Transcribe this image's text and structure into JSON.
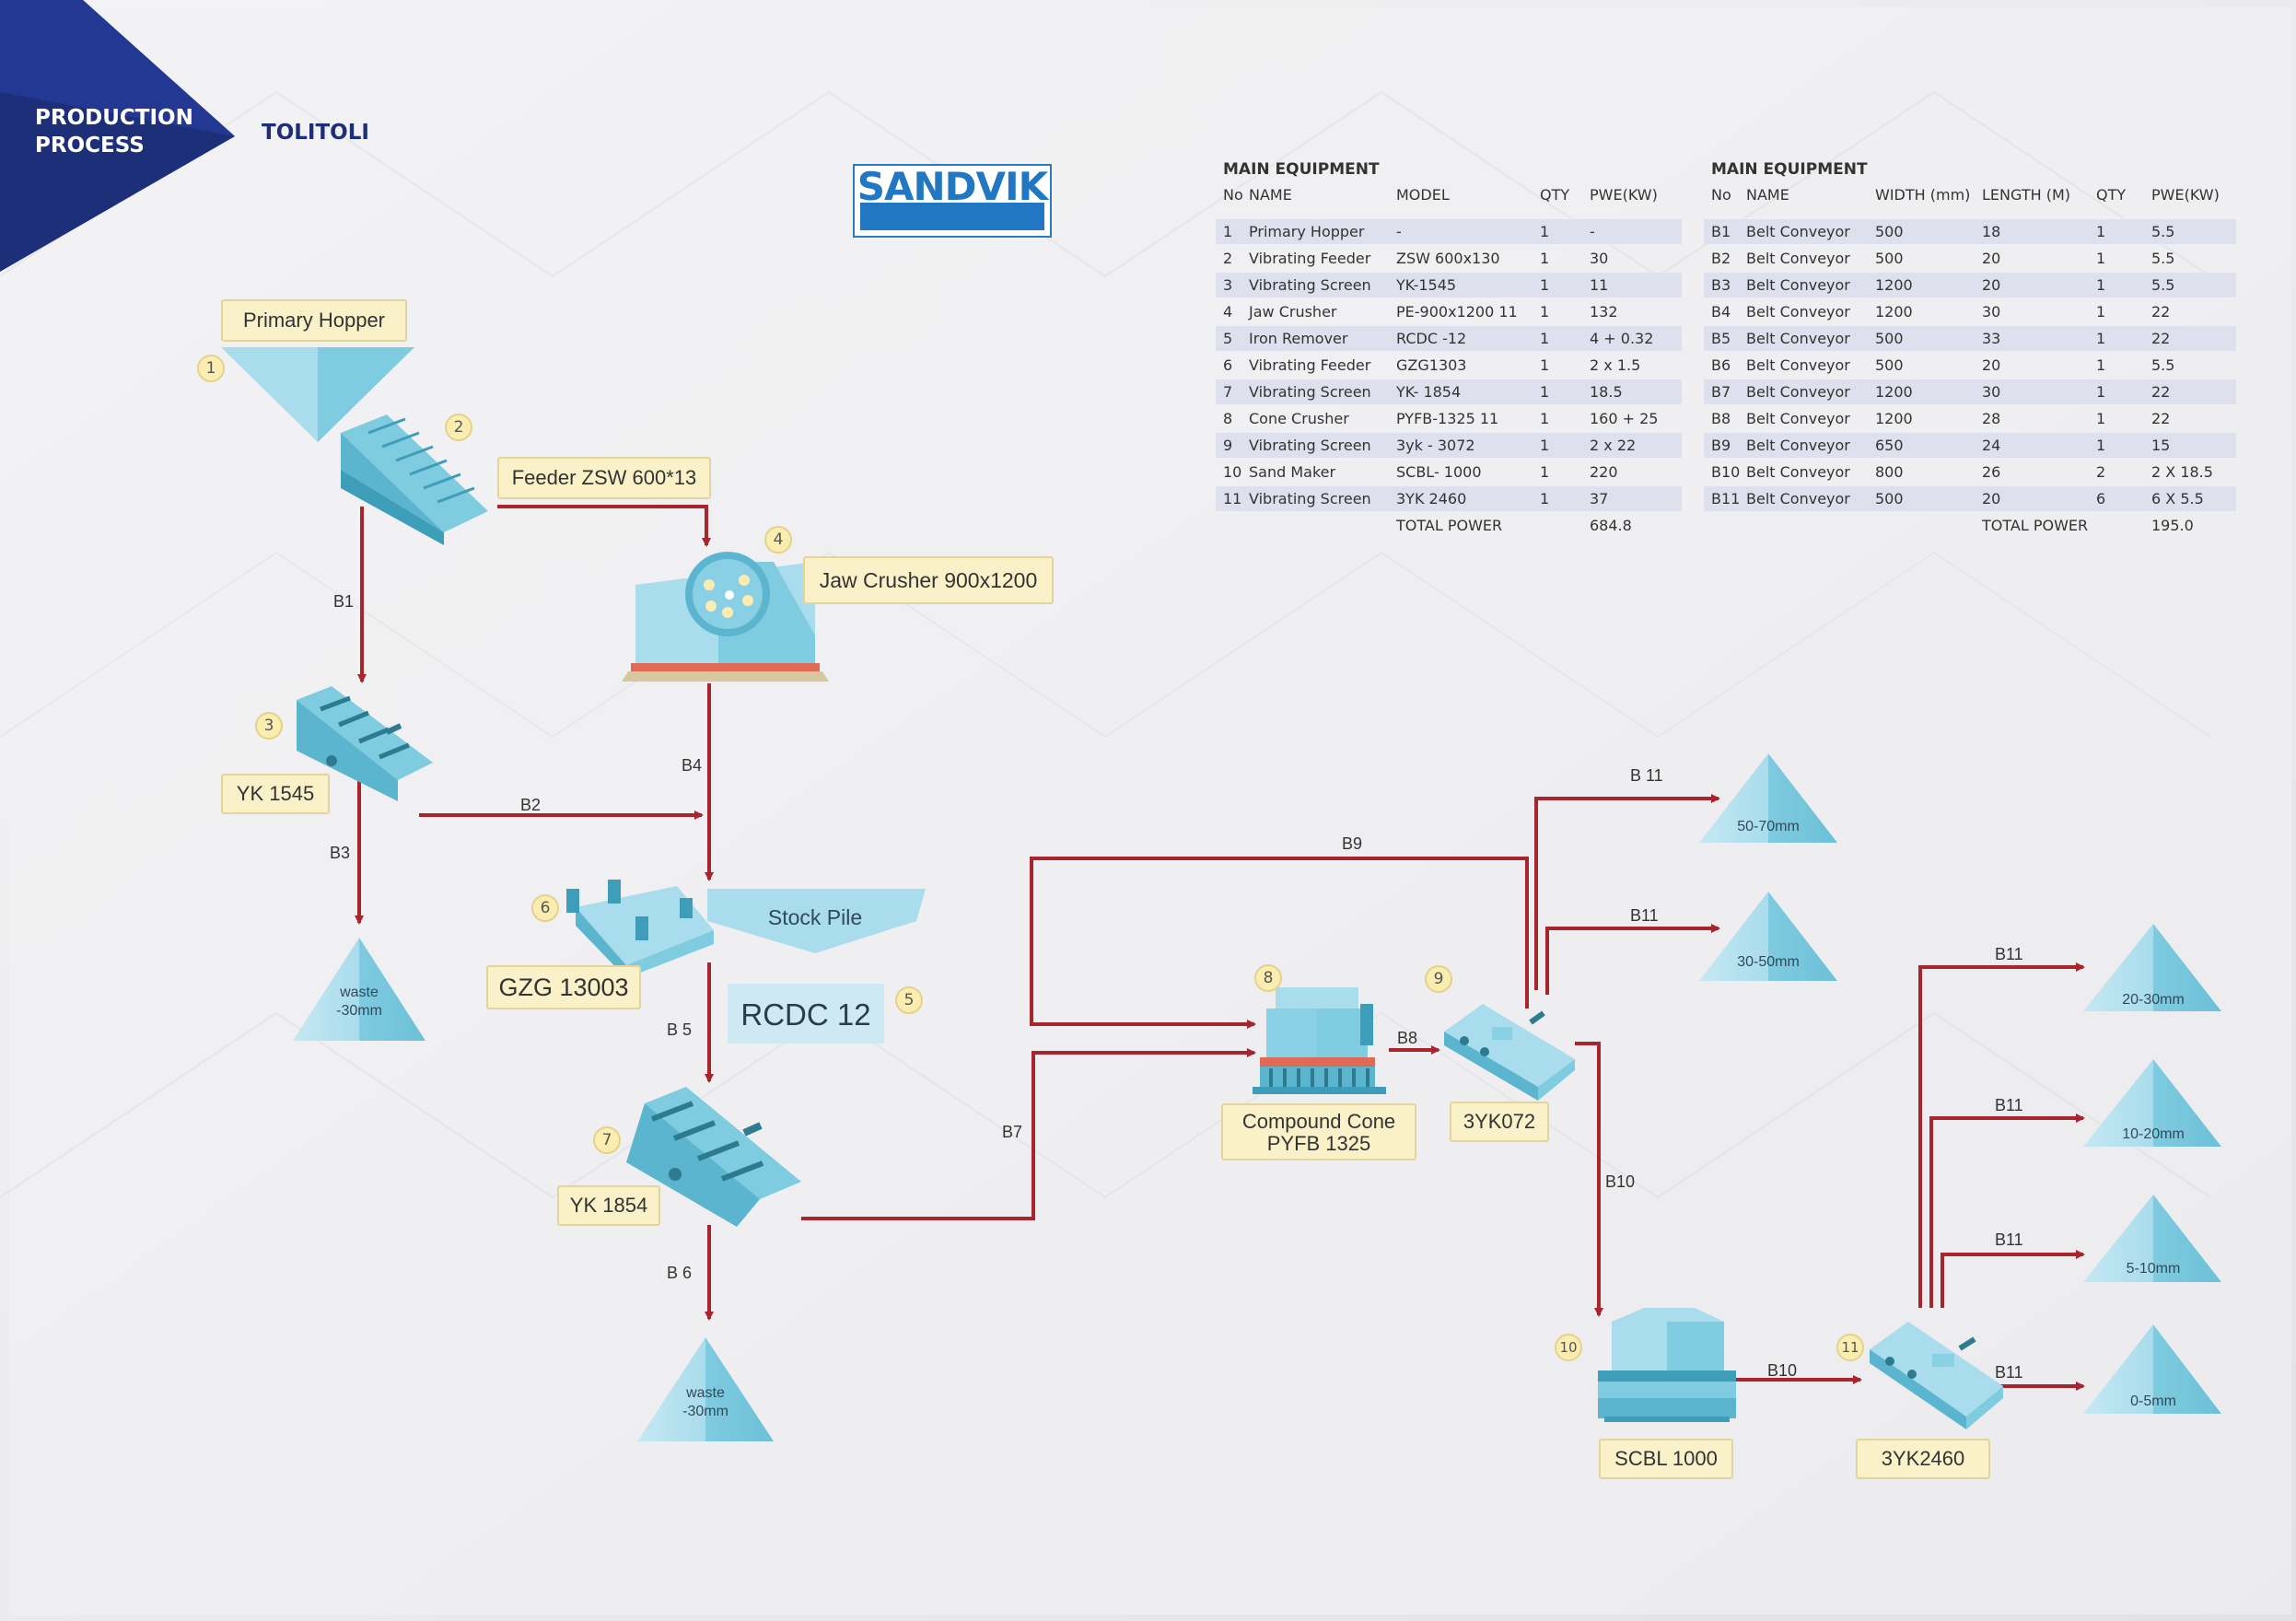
{
  "header": {
    "title_line1": "PRODUCTION",
    "title_line2": "PROCESS",
    "site": "TOLITOLI"
  },
  "logo": {
    "text": "SANDVIK"
  },
  "colors": {
    "flow": "#a8252d",
    "equipment": "#7fcbe0",
    "banner": "#1e2f7a",
    "label_bg": "#faf1c9"
  },
  "table1": {
    "heading": "MAIN EQUIPMENT",
    "columns": [
      "No",
      "NAME",
      "MODEL",
      "QTY",
      "PWE(KW)"
    ],
    "rows": [
      [
        "1",
        "Primary Hopper",
        "-",
        "1",
        "-"
      ],
      [
        "2",
        "Vibrating Feeder",
        "ZSW 600x130",
        "1",
        "30"
      ],
      [
        "3",
        "Vibrating Screen",
        "YK-1545",
        "1",
        "11"
      ],
      [
        "4",
        "Jaw Crusher",
        "PE-900x1200 11",
        "1",
        "132"
      ],
      [
        "5",
        "Iron Remover",
        "RCDC -12",
        "1",
        "4 + 0.32"
      ],
      [
        "6",
        "Vibrating Feeder",
        "GZG1303",
        "1",
        "2 x 1.5"
      ],
      [
        "7",
        "Vibrating Screen",
        "YK- 1854",
        "1",
        "18.5"
      ],
      [
        "8",
        "Cone Crusher",
        "PYFB-1325 11",
        "1",
        "160 + 25"
      ],
      [
        "9",
        "Vibrating Screen",
        "3yk - 3072",
        "1",
        "2 x 22"
      ],
      [
        "10",
        "Sand Maker",
        "SCBL- 1000",
        "1",
        "220"
      ],
      [
        "11",
        "Vibrating Screen",
        "3YK 2460",
        "1",
        "37"
      ]
    ],
    "total_label": "TOTAL POWER",
    "total_value": "684.8"
  },
  "table2": {
    "heading": "MAIN EQUIPMENT",
    "columns": [
      "No",
      "NAME",
      "WIDTH (mm)",
      "LENGTH (M)",
      "QTY",
      "PWE(KW)"
    ],
    "rows": [
      [
        "B1",
        "Belt Conveyor",
        "500",
        "18",
        "1",
        "5.5"
      ],
      [
        "B2",
        "Belt Conveyor",
        "500",
        "20",
        "1",
        "5.5"
      ],
      [
        "B3",
        "Belt Conveyor",
        "1200",
        "20",
        "1",
        "5.5"
      ],
      [
        "B4",
        "Belt Conveyor",
        "1200",
        "30",
        "1",
        "22"
      ],
      [
        "B5",
        "Belt Conveyor",
        "500",
        "33",
        "1",
        "22"
      ],
      [
        "B6",
        "Belt Conveyor",
        "500",
        "20",
        "1",
        "5.5"
      ],
      [
        "B7",
        "Belt Conveyor",
        "1200",
        "30",
        "1",
        "22"
      ],
      [
        "B8",
        "Belt Conveyor",
        "1200",
        "28",
        "1",
        "22"
      ],
      [
        "B9",
        "Belt Conveyor",
        "650",
        "24",
        "1",
        "15"
      ],
      [
        "B10",
        "Belt Conveyor",
        "800",
        "26",
        "2",
        "2 X 18.5"
      ],
      [
        "B11",
        "Belt Conveyor",
        "500",
        "20",
        "6",
        "6 X 5.5"
      ]
    ],
    "total_label": "TOTAL POWER",
    "total_value": "195.0"
  },
  "diagram": {
    "labels": {
      "primary_hopper": "Primary Hopper",
      "feeder": "Feeder ZSW 600*13",
      "jaw_crusher": "Jaw Crusher 900x1200",
      "yk1545": "YK 1545",
      "stock_pile": "Stock Pile",
      "gzg": "GZG 13003",
      "rcdc": "RCDC 12",
      "yk1854": "YK 1854",
      "compound_cone_1": "Compound Cone",
      "compound_cone_2": "PYFB 1325",
      "screen_3yk072": "3YK072",
      "scbl": "SCBL 1000",
      "screen_3yk2460": "3YK2460"
    },
    "numbers": [
      "1",
      "2",
      "3",
      "4",
      "5",
      "6",
      "7",
      "8",
      "9",
      "10",
      "11"
    ],
    "belts": {
      "b1": "B1",
      "b2": "B2",
      "b3": "B3",
      "b4": "B4",
      "b5": "B 5",
      "b6": "B 6",
      "b7": "B7",
      "b8": "B8",
      "b9": "B9",
      "b10a": "B10",
      "b10b": "B10",
      "b11_top": "B 11",
      "b11_2": "B11",
      "b11_3": "B11",
      "b11_4": "B11",
      "b11_5": "B11",
      "b11_6": "B11"
    },
    "piles": {
      "waste1_l1": "waste",
      "waste1_l2": "-30mm",
      "waste2_l1": "waste",
      "waste2_l2": "-30mm",
      "p50_70": "50-70mm",
      "p30_50": "30-50mm",
      "p20_30": "20-30mm",
      "p10_20": "10-20mm",
      "p5_10": "5-10mm",
      "p0_5": "0-5mm"
    }
  }
}
